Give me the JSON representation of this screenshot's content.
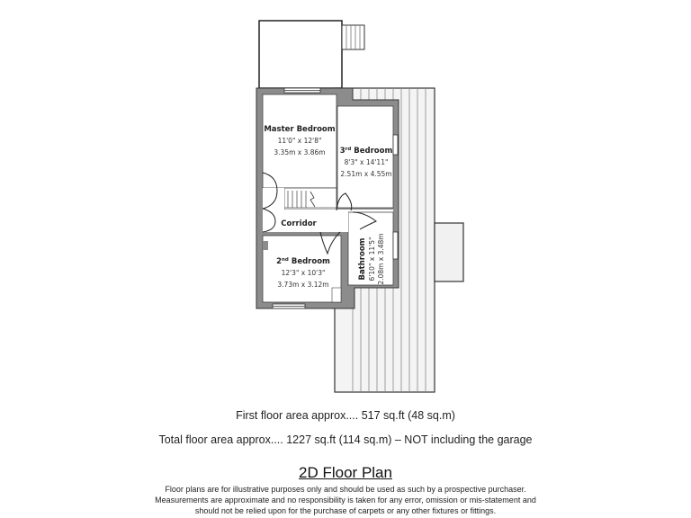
{
  "floor_plan": {
    "rooms": [
      {
        "name": "Master Bedroom",
        "imperial": "11'0\" x 12'8\"",
        "metric": "3.35m x 3.86m"
      },
      {
        "name": "3",
        "sup": "rd",
        "suffix": " Bedroom",
        "imperial": "8'3\" x 14'11\"",
        "metric": "2.51m x 4.55m"
      },
      {
        "name": "Corridor"
      },
      {
        "name": "2",
        "sup": "nd",
        "suffix": " Bedroom",
        "imperial": "12'3\" x 10'3\"",
        "metric": "3.73m x 3.12m"
      },
      {
        "name": "Bathroom",
        "imperial": "6'10\" x 11'5\"",
        "metric": "2.08m x 3.48m"
      }
    ]
  },
  "areas": {
    "first_floor": "First floor area approx.... 517 sq.ft (48 sq.m)",
    "total": "Total floor area approx.... 1227 sq.ft (114 sq.m) – NOT including the garage"
  },
  "title": "2D Floor Plan",
  "disclaimer": [
    "Floor plans are for illustrative purposes only and should be used as such by a prospective purchaser.",
    "Measurements are approximate and no responsibility is taken for any error, omission or mis-statement and",
    "should not be relied upon for the purchase of carpets or any other fixtures or fittings."
  ]
}
